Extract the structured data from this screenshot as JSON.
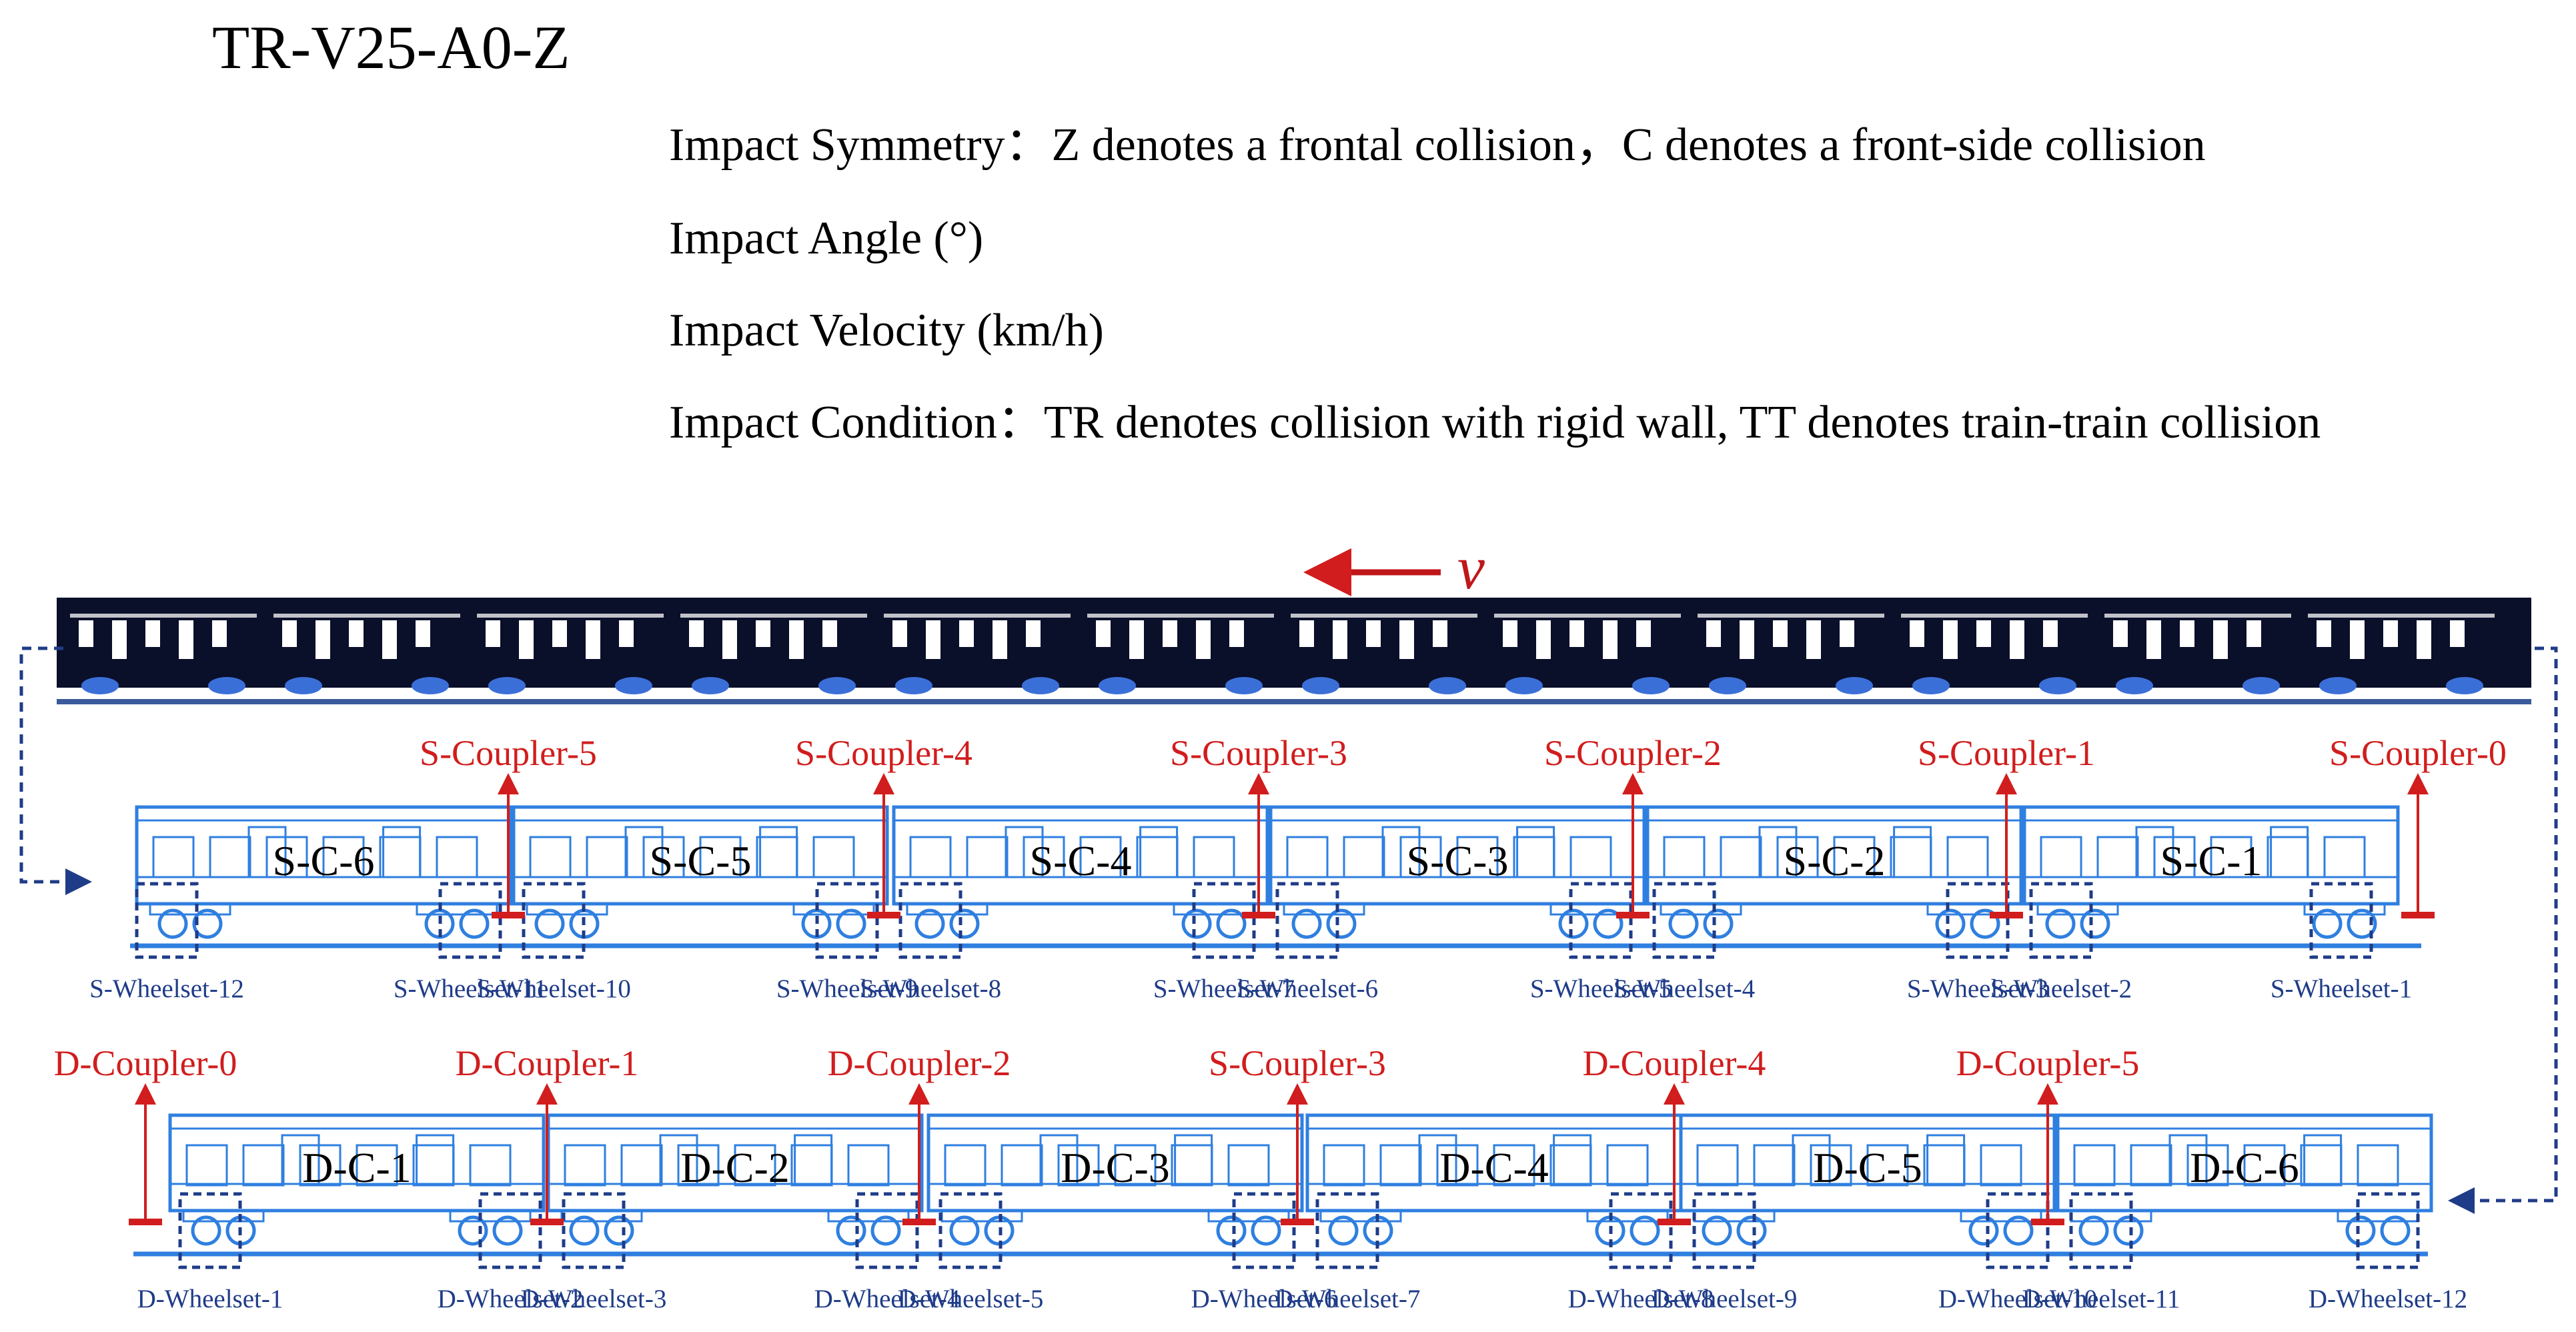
{
  "code": "TR-V25-A0-Z",
  "legend": [
    "Impact Symmetry：Z denotes a frontal collision，C denotes a front-side collision",
    "Impact Angle (°)",
    "Impact Velocity (km/h)",
    "Impact Condition：TR denotes collision with rigid wall, TT denotes train-train collision"
  ],
  "velocity_label": "v",
  "s_train": {
    "cars": [
      "S-C-6",
      "S-C-5",
      "S-C-4",
      "S-C-3",
      "S-C-2",
      "S-C-1"
    ],
    "couplers": [
      "S-Coupler-5",
      "S-Coupler-4",
      "S-Coupler-3",
      "S-Coupler-2",
      "S-Coupler-1",
      "S-Coupler-0"
    ],
    "wheelsets": [
      "S-Wheelset-12",
      "S-Wheelset-11",
      "S-Wheelset-10",
      "S-Wheelset-9",
      "S-Wheelset-8",
      "S-Wheelset-7",
      "S-Wheelset-6",
      "S-Wheelset-5",
      "S-Wheelset-4",
      "S-Wheelset-3",
      "S-Wheelset-2",
      "S-Wheelset-1"
    ]
  },
  "d_train": {
    "cars": [
      "D-C-1",
      "D-C-2",
      "D-C-3",
      "D-C-4",
      "D-C-5",
      "D-C-6"
    ],
    "couplers": [
      "D-Coupler-0",
      "D-Coupler-1",
      "D-Coupler-2",
      "S-Coupler-3",
      "D-Coupler-4",
      "D-Coupler-5"
    ],
    "wheelsets": [
      "D-Wheelset-1",
      "D-Wheelset-2",
      "D-Wheelset-3",
      "D-Wheelset-4",
      "D-Wheelset-5",
      "D-Wheelset-6",
      "D-Wheelset-7",
      "D-Wheelset-8",
      "D-Wheelset-9",
      "D-Wheelset-10",
      "D-Wheelset-11",
      "D-Wheelset-12"
    ]
  },
  "colors": {
    "train_line": "#2f7fe0",
    "coupler": "#d11d1d",
    "wheelset_box": "#1f3c88",
    "dark_train": "#0a0f2a"
  }
}
